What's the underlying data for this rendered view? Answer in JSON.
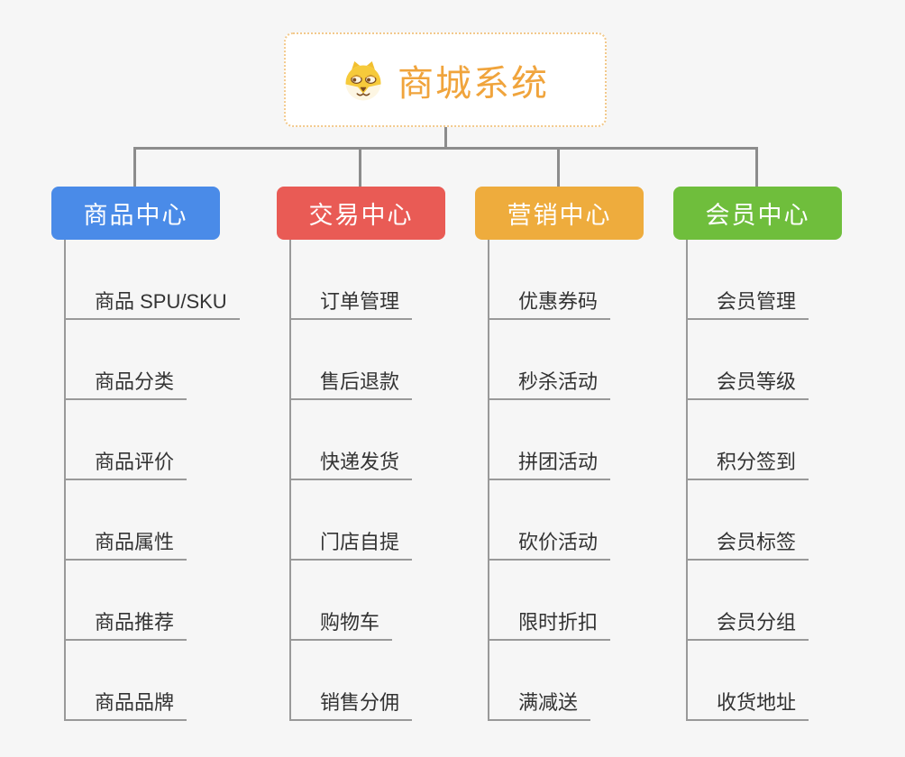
{
  "root": {
    "title": "商城系统",
    "icon": "dog-face-icon",
    "text_color": "#F0A43C",
    "border_color": "#F2C98C",
    "background": "#FFFFFF"
  },
  "connector_color": "#8C8C8C",
  "underline_color": "#999999",
  "canvas_background": "#F6F6F6",
  "branches": [
    {
      "label": "商品中心",
      "color": "#4A8BE8",
      "items": [
        "商品 SPU/SKU",
        "商品分类",
        "商品评价",
        "商品属性",
        "商品推荐",
        "商品品牌"
      ]
    },
    {
      "label": "交易中心",
      "color": "#E95B55",
      "items": [
        "订单管理",
        "售后退款",
        "快递发货",
        "门店自提",
        "购物车",
        "销售分佣"
      ]
    },
    {
      "label": "营销中心",
      "color": "#EEAC3D",
      "items": [
        "优惠券码",
        "秒杀活动",
        "拼团活动",
        "砍价活动",
        "限时折扣",
        "满减送"
      ]
    },
    {
      "label": "会员中心",
      "color": "#6FBE3C",
      "items": [
        "会员管理",
        "会员等级",
        "积分签到",
        "会员标签",
        "会员分组",
        "收货地址"
      ]
    }
  ]
}
